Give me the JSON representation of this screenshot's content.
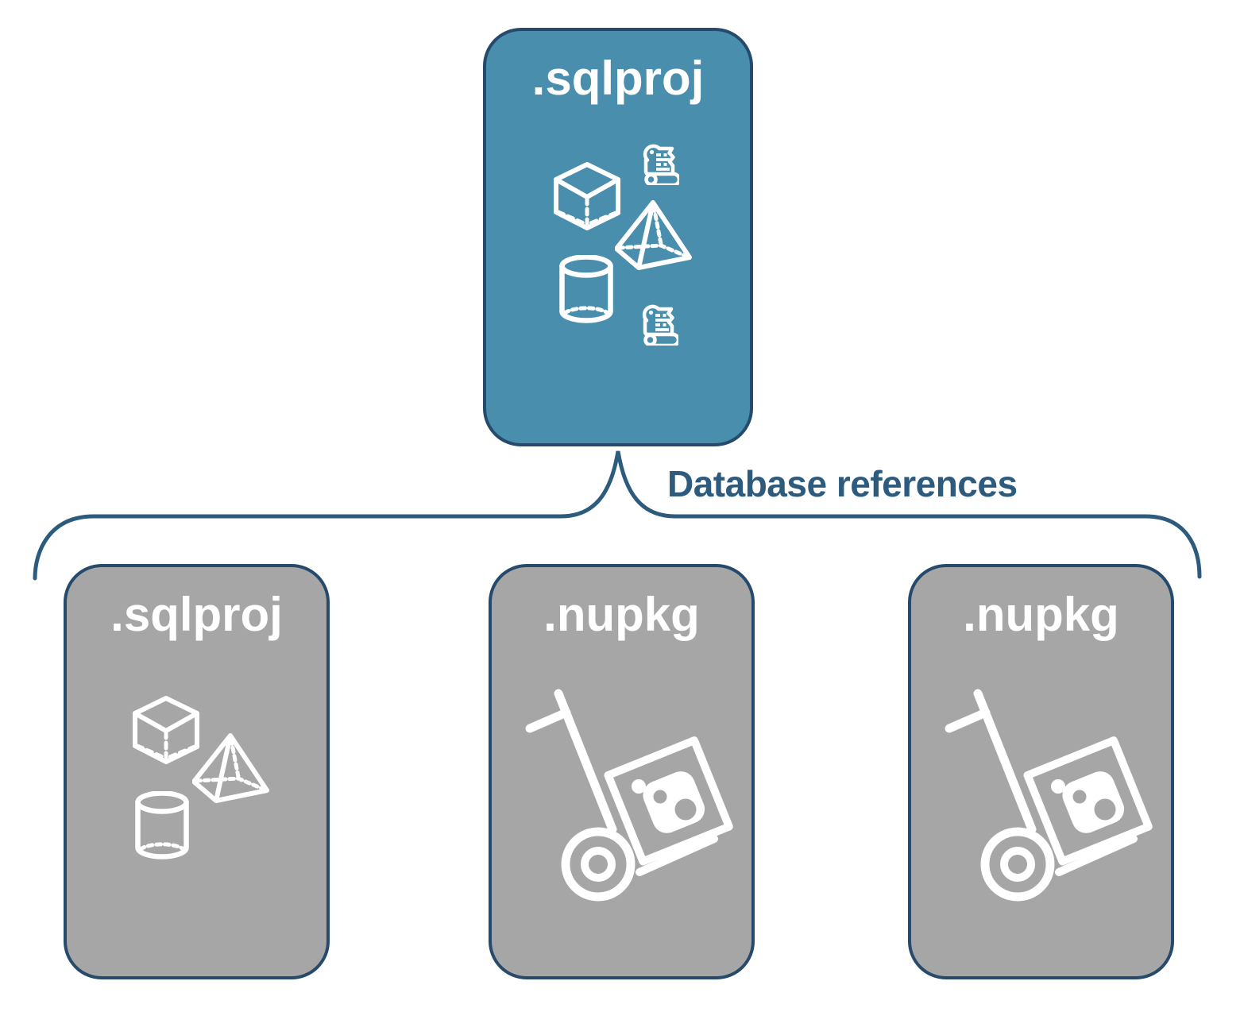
{
  "colors": {
    "root-fill": "#4A8EAD",
    "child-fill": "#A6A6A6",
    "node-border": "#254A6B",
    "connector": "#2D5B7E",
    "icon": "#FFFFFF",
    "node-label": "#FFFFFF"
  },
  "root": {
    "label": ".sqlproj",
    "icons": [
      "script-scroll",
      "cube",
      "pyramid",
      "cylinder",
      "script-scroll"
    ]
  },
  "connector": {
    "label": "Database references"
  },
  "children": [
    {
      "label": ".sqlproj",
      "icons": [
        "cube",
        "pyramid",
        "cylinder"
      ]
    },
    {
      "label": ".nupkg",
      "icons": [
        "nuget-hand-truck"
      ]
    },
    {
      "label": ".nupkg",
      "icons": [
        "nuget-hand-truck"
      ]
    }
  ]
}
